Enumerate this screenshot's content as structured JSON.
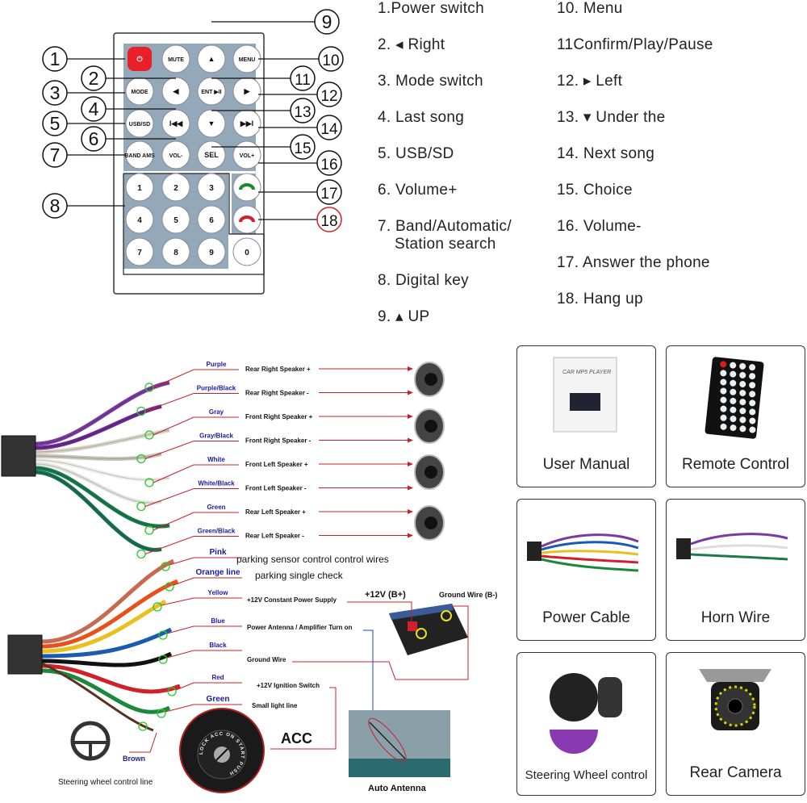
{
  "remote": {
    "buttons": [
      {
        "label": "⏻",
        "kind": "power"
      },
      {
        "label": "MUTE"
      },
      {
        "label": "▲"
      },
      {
        "label": "MENU"
      },
      {
        "label": "MODE"
      },
      {
        "label": "◀"
      },
      {
        "label": "ENT ▶II"
      },
      {
        "label": "▶"
      },
      {
        "label": "USB/SD"
      },
      {
        "label": "I◀◀"
      },
      {
        "label": "▼"
      },
      {
        "label": "▶▶I"
      },
      {
        "label": "BAND AMS"
      },
      {
        "label": "VOL-"
      },
      {
        "label": "SEL"
      },
      {
        "label": "VOL+"
      }
    ],
    "keypad": [
      "1",
      "2",
      "3",
      "4",
      "5",
      "6",
      "7",
      "8",
      "9",
      "0"
    ],
    "call_answer_color": "#1a8a2a",
    "call_hangup_color": "#d0202a",
    "power_color": "#e8202a",
    "callouts_left": [
      "1",
      "2",
      "3",
      "4",
      "5",
      "6",
      "7",
      "8"
    ],
    "callouts_right": [
      "9",
      "10",
      "11",
      "12",
      "13",
      "14",
      "15",
      "16",
      "17",
      "18"
    ]
  },
  "legend": {
    "col1": [
      "1.Power switch",
      "2. ◂ Right",
      "3. Mode switch",
      "4. Last song",
      "5. USB/SD",
      "6. Volume+",
      "7. Band/Automatic/",
      "Station search",
      "8. Digital key",
      "9. ▴ UP"
    ],
    "col2": [
      "10. Menu",
      "11Confirm/Play/Pause",
      "12.  ▸  Left",
      "13.  ▾  Under the",
      "14. Next song",
      "15. Choice",
      "16. Volume-",
      "17. Answer the phone",
      "18. Hang up"
    ]
  },
  "speaker_wires": [
    {
      "color_name": "Purple",
      "function": "Rear Right Speaker +",
      "wire": "#7a3aa0"
    },
    {
      "color_name": "Purple/Black",
      "function": "Rear Right Speaker -",
      "wire": "#6a2a90"
    },
    {
      "color_name": "Gray",
      "function": "Front Right Speaker +",
      "wire": "#d8d4c8"
    },
    {
      "color_name": "Gray/Black",
      "function": "Front Right Speaker -",
      "wire": "#c8c4b8"
    },
    {
      "color_name": "White",
      "function": "Front Left Speaker +",
      "wire": "#eeeeea"
    },
    {
      "color_name": "White/Black",
      "function": "Front Left Speaker -",
      "wire": "#e4e4e0"
    },
    {
      "color_name": "Green",
      "function": "Rear Left Speaker +",
      "wire": "#1a7a4a"
    },
    {
      "color_name": "Green/Black",
      "function": "Rear Left Speaker -",
      "wire": "#1a7050"
    }
  ],
  "power_wires": [
    {
      "color_name": "Pink",
      "function": "parking sensor control control wires",
      "wire": "#c86a50"
    },
    {
      "color_name": "Orange line",
      "function": "parking single check",
      "wire": "#e8501a"
    },
    {
      "color_name": "Yellow",
      "function": "+12V Constant Power Supply",
      "wire": "#e8c020"
    },
    {
      "color_name": "Blue",
      "function": "Power Antenna / Amplifier Turn on",
      "wire": "#1a5ab0"
    },
    {
      "color_name": "Black",
      "function": "Ground Wire",
      "wire": "#111111"
    },
    {
      "color_name": "Red",
      "function": "+12V  Ignition Switch",
      "wire": "#d0202a"
    },
    {
      "color_name": "Green",
      "function": "Small light line",
      "wire": "#1a8a3a"
    },
    {
      "color_name": "Brown",
      "function": "Steering wheel control line",
      "wire": "#5a3020"
    }
  ],
  "battery": {
    "positive": "+12V  (B+)",
    "negative": "Ground Wire (B-)"
  },
  "acc_label": "ACC",
  "ignition_text": "LOCK ACC ON START PUSH",
  "antenna_label": "Auto Antenna",
  "manual_cover_text": "CAR MP5 PLAYER",
  "products": [
    "User Manual",
    "Remote Control",
    "Power Cable",
    "Horn Wire",
    "Steering Wheel control",
    "Rear Camera"
  ],
  "colors": {
    "wire_label": "#1a1aa0",
    "leader": "#c8202a",
    "callout_ring": "#d0202a",
    "marker": "#22cc22",
    "remote_panel": "#93a8b8"
  }
}
